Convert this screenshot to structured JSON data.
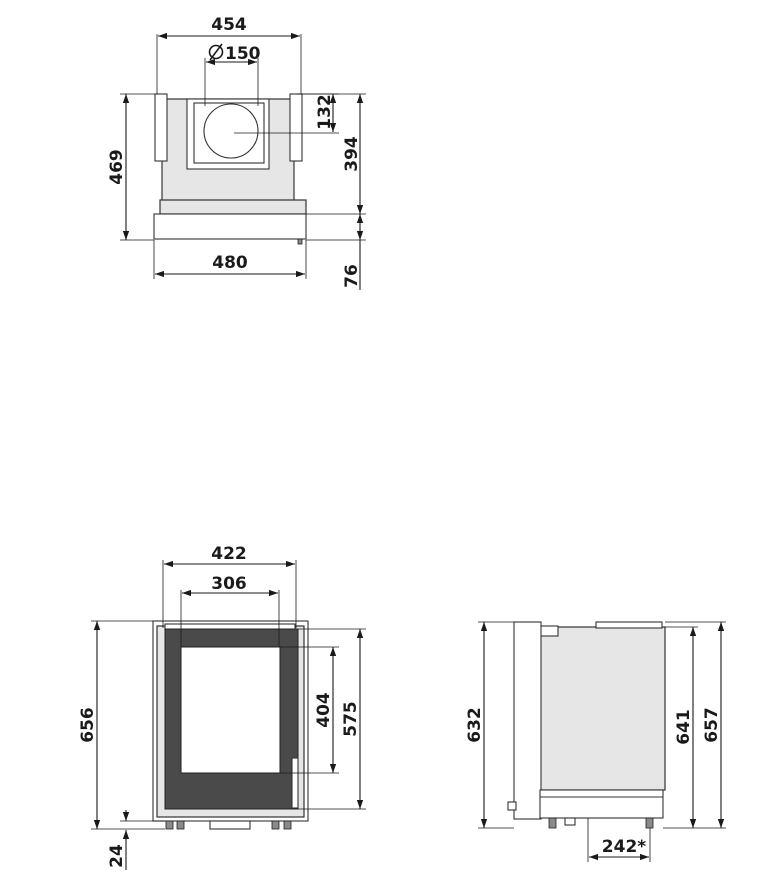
{
  "top_view": {
    "width_outer": "454",
    "flue_diameter": "150",
    "flue_offset": "132",
    "depth_inner": "394",
    "depth_total": "469",
    "base_width": "480",
    "base_height": "76"
  },
  "front_view": {
    "width_outer": "422",
    "width_glass": "306",
    "height_total": "656",
    "height_glass": "404",
    "height_frame": "575",
    "foot_height": "24"
  },
  "side_view": {
    "height_front": "632",
    "height_body": "641",
    "height_total": "657",
    "foot_spacing": "242*"
  }
}
